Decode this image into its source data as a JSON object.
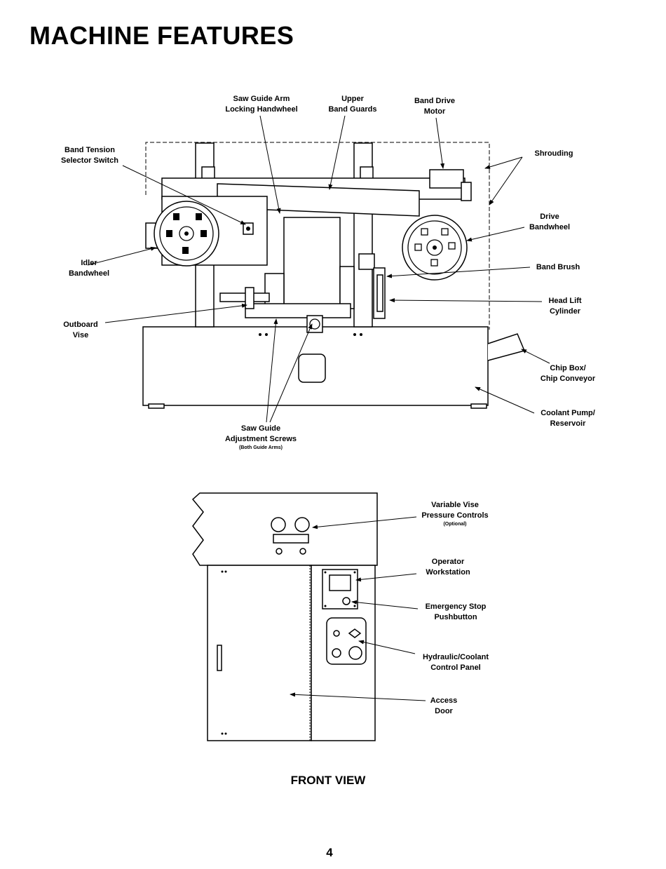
{
  "page": {
    "title": "MACHINE FEATURES",
    "caption": "FRONT VIEW",
    "page_number": "4"
  },
  "top_labels": {
    "saw_guide_arm": [
      "Saw Guide Arm",
      "Locking Handwheel"
    ],
    "upper_band_guards": [
      "Upper",
      "Band Guards"
    ],
    "band_drive_motor": [
      "Band Drive",
      "Motor"
    ],
    "band_tension": [
      "Band Tension",
      "Selector Switch"
    ],
    "shrouding": [
      "Shrouding"
    ],
    "drive_bandwheel": [
      "Drive",
      "Bandwheel"
    ],
    "idler_bandwheel": [
      "Idler",
      "Bandwheel"
    ],
    "band_brush": [
      "Band Brush"
    ],
    "head_lift_cylinder": [
      "Head Lift",
      "Cylinder"
    ],
    "outboard_vise": [
      "Outboard",
      "Vise"
    ],
    "chip_box": [
      "Chip Box/",
      "Chip Conveyor"
    ],
    "coolant_pump": [
      "Coolant Pump/",
      "Reservoir"
    ],
    "saw_guide_adjust": [
      "Saw Guide",
      "Adjustment Screws"
    ],
    "saw_guide_adjust_note": "(Both Guide Arms)"
  },
  "bottom_labels": {
    "variable_vise": [
      "Variable Vise",
      "Pressure Controls"
    ],
    "variable_vise_note": "(Optional)",
    "operator_workstation": [
      "Operator",
      "Workstation"
    ],
    "emergency_stop": [
      "Emergency Stop",
      "Pushbutton"
    ],
    "hydraulic_panel": [
      "Hydraulic/Coolant",
      "Control Panel"
    ],
    "access_door": [
      "Access",
      "Door"
    ]
  }
}
